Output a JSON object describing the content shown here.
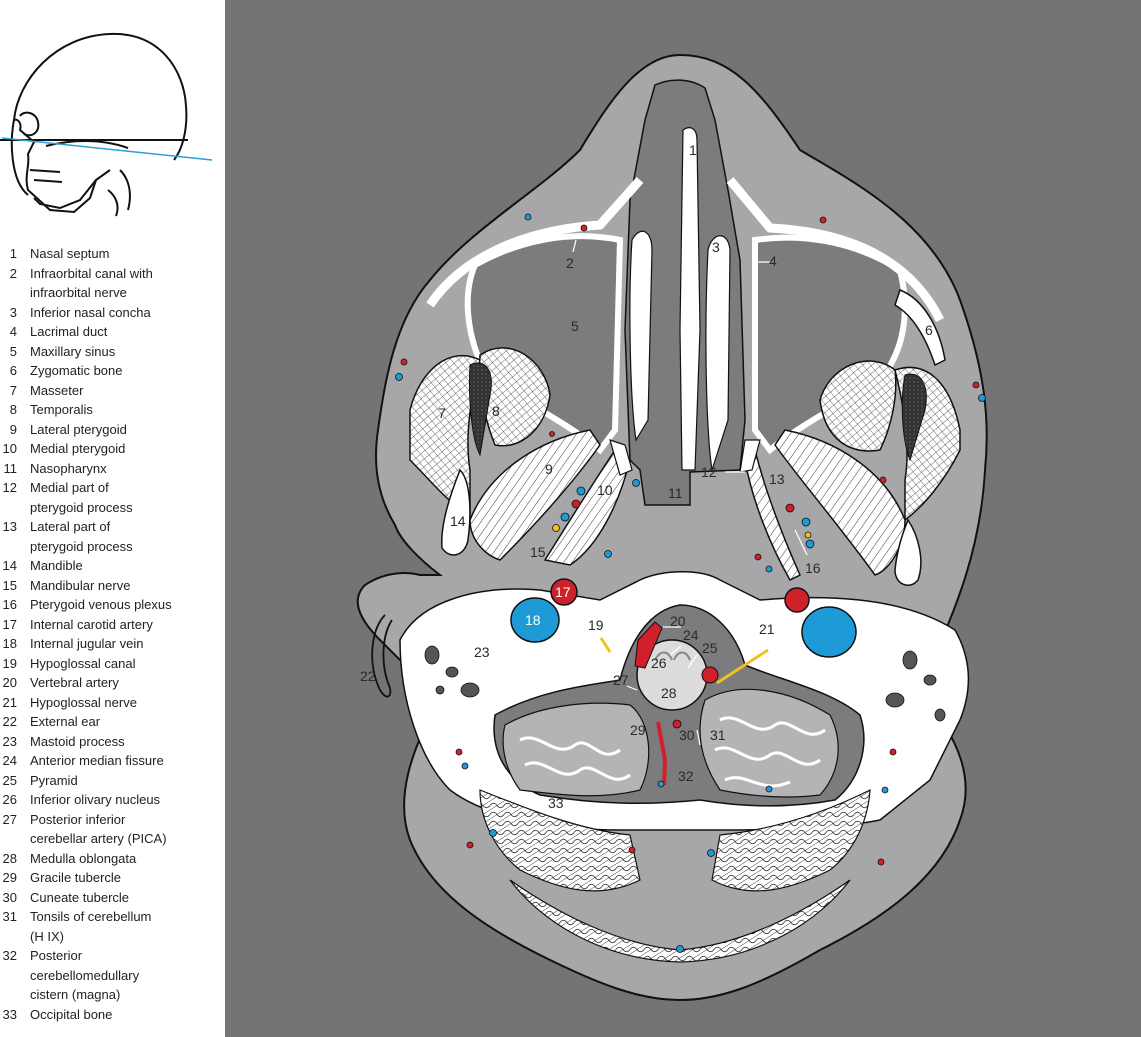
{
  "legend": [
    {
      "num": "1",
      "text": "Nasal septum"
    },
    {
      "num": "2",
      "text": "Infraorbital canal with\ninfraorbital nerve"
    },
    {
      "num": "3",
      "text": "Inferior nasal concha"
    },
    {
      "num": "4",
      "text": "Lacrimal duct"
    },
    {
      "num": "5",
      "text": "Maxillary sinus"
    },
    {
      "num": "6",
      "text": "Zygomatic bone"
    },
    {
      "num": "7",
      "text": "Masseter"
    },
    {
      "num": "8",
      "text": "Temporalis"
    },
    {
      "num": "9",
      "text": "Lateral pterygoid"
    },
    {
      "num": "10",
      "text": "Medial pterygoid"
    },
    {
      "num": "11",
      "text": "Nasopharynx"
    },
    {
      "num": "12",
      "text": "Medial part of\npterygoid process"
    },
    {
      "num": "13",
      "text": "Lateral part of\npterygoid process"
    },
    {
      "num": "14",
      "text": "Mandible"
    },
    {
      "num": "15",
      "text": "Mandibular nerve"
    },
    {
      "num": "16",
      "text": "Pterygoid venous plexus"
    },
    {
      "num": "17",
      "text": "Internal carotid artery"
    },
    {
      "num": "18",
      "text": "Internal jugular vein"
    },
    {
      "num": "19",
      "text": "Hypoglossal canal"
    },
    {
      "num": "20",
      "text": "Vertebral artery"
    },
    {
      "num": "21",
      "text": "Hypoglossal nerve"
    },
    {
      "num": "22",
      "text": "External ear"
    },
    {
      "num": "23",
      "text": "Mastoid process"
    },
    {
      "num": "24",
      "text": "Anterior median fissure"
    },
    {
      "num": "25",
      "text": "Pyramid"
    },
    {
      "num": "26",
      "text": "Inferior olivary nucleus"
    },
    {
      "num": "27",
      "text": "Posterior inferior\ncerebellar artery  (PICA)"
    },
    {
      "num": "28",
      "text": "Medulla oblongata"
    },
    {
      "num": "29",
      "text": "Gracile tubercle"
    },
    {
      "num": "30",
      "text": "Cuneate tubercle"
    },
    {
      "num": "31",
      "text": "Tonsils of cerebellum\n(H IX)"
    },
    {
      "num": "32",
      "text": "Posterior\ncerebellomedullary\ncistern (magna)"
    },
    {
      "num": "33",
      "text": "Occipital bone"
    }
  ],
  "figure_labels": [
    "1",
    "2",
    "3",
    "4",
    "5",
    "6",
    "7",
    "8",
    "9",
    "10",
    "11",
    "12",
    "13",
    "14",
    "15",
    "16",
    "17",
    "18",
    "19",
    "20",
    "21",
    "22",
    "23",
    "24",
    "25",
    "26",
    "27",
    "28",
    "29",
    "30",
    "31",
    "32",
    "33"
  ],
  "colors": {
    "background": "#747476",
    "soft_tissue": "#a7a7a9",
    "air_space": "#7c7c7e",
    "bone": "#ffffff",
    "brain": "#b4b4b6",
    "artery": "#d0202a",
    "vein": "#1e9ad6",
    "nerve": "#f0c020",
    "plane_line": "#2a9fd8"
  }
}
